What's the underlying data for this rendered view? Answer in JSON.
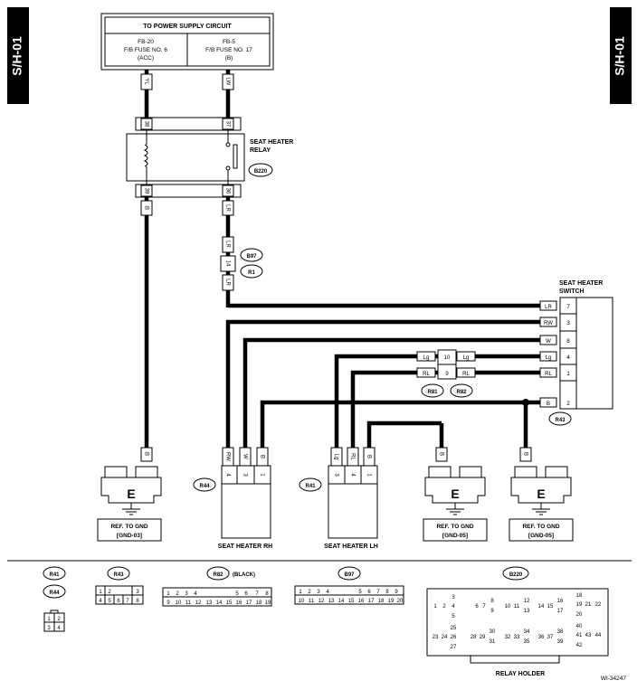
{
  "side_tabs": {
    "left": "S/H-01",
    "right": "S/H-01"
  },
  "power": {
    "title": "TO POWER SUPPLY CIRCUIT",
    "left_l1": "FB-20",
    "left_l2": "F/B FUSE NO. 6",
    "left_l3": "(ACC)",
    "right_l1": "FB-5",
    "right_l2": "F/B FUSE NO. 17",
    "right_l3": "(B)"
  },
  "wires": {
    "yl": "YL",
    "lw": "LW",
    "b": "B",
    "lr": "LR",
    "rw": "RW",
    "w": "W",
    "lg": "Lg",
    "rl": "RL"
  },
  "relay": {
    "label_l1": "SEAT HEATER",
    "label_l2": "RELAY",
    "connector": "B220",
    "pin_tl": "38",
    "pin_tr": "37",
    "pin_bl": "39",
    "pin_br": "36"
  },
  "b97": {
    "connector": "B97",
    "connector2": "R1",
    "pin": "14"
  },
  "switch": {
    "label_l1": "SEAT HEATER",
    "label_l2": "SWITCH",
    "connector": "R43",
    "pins": [
      "7",
      "3",
      "8",
      "4",
      "1",
      "2"
    ]
  },
  "r81": {
    "pin_a": "10",
    "pin_b": "9",
    "conn_a": "R81",
    "conn_b": "R82"
  },
  "heater_rh": {
    "label": "SEAT HEATER RH",
    "connector": "R44",
    "pins": [
      "4",
      "3",
      "1"
    ]
  },
  "heater_lh": {
    "label": "SEAT HEATER LH",
    "connector": "R41",
    "pins": [
      "3",
      "4",
      "1"
    ]
  },
  "grounds": {
    "symbol": "E",
    "ref": "REF. TO GND",
    "g1": "[GND-03]",
    "g2": "[GND-05]",
    "g3": "[GND-05]"
  },
  "connector_views": {
    "r41": "R41",
    "r44": "R44",
    "r43": "R43",
    "r82": "R82",
    "r82_note": "(BLACK)",
    "b97": "B97",
    "b220": "B220",
    "relay_holder": "RELAY HOLDER"
  },
  "figure_id": "WI-34247"
}
